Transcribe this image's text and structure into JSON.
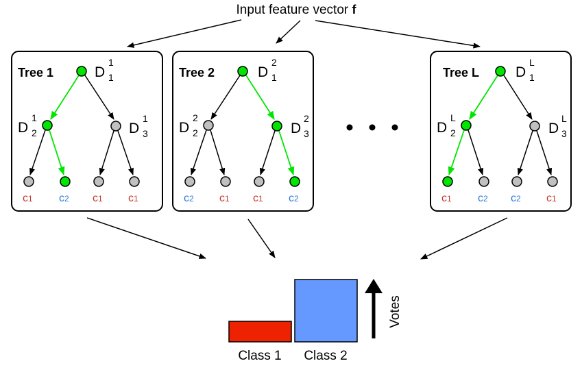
{
  "input": {
    "label": "Input feature vector ",
    "symbol": "f"
  },
  "colors": {
    "active": "#00e600",
    "inactive": "#c0c0c0",
    "c1": "#c0392b",
    "c2": "#2e7bd6",
    "class1_bar": "#ee2200",
    "class2_bar": "#6699ff"
  },
  "trees": [
    {
      "title": "Tree 1",
      "nodes": [
        {
          "letter": "D",
          "sub": "1",
          "sup": "1"
        },
        {
          "letter": "D",
          "sub": "2",
          "sup": "1"
        },
        {
          "letter": "D",
          "sub": "3",
          "sup": "1"
        }
      ],
      "leaves": [
        {
          "c": "c",
          "sub": "1"
        },
        {
          "c": "c",
          "sub": "2"
        },
        {
          "c": "c",
          "sub": "1"
        },
        {
          "c": "c",
          "sub": "1"
        }
      ]
    },
    {
      "title": "Tree 2",
      "nodes": [
        {
          "letter": "D",
          "sub": "1",
          "sup": "2"
        },
        {
          "letter": "D",
          "sub": "2",
          "sup": "2"
        },
        {
          "letter": "D",
          "sub": "3",
          "sup": "2"
        }
      ],
      "leaves": [
        {
          "c": "c",
          "sub": "2"
        },
        {
          "c": "c",
          "sub": "1"
        },
        {
          "c": "c",
          "sub": "1"
        },
        {
          "c": "c",
          "sub": "2"
        }
      ]
    },
    {
      "title": "Tree L",
      "nodes": [
        {
          "letter": "D",
          "sub": "1",
          "sup": "L"
        },
        {
          "letter": "D",
          "sub": "2",
          "sup": "L"
        },
        {
          "letter": "D",
          "sub": "3",
          "sup": "L"
        }
      ],
      "leaves": [
        {
          "c": "c",
          "sub": "1"
        },
        {
          "c": "c",
          "sub": "2"
        },
        {
          "c": "c",
          "sub": "2"
        },
        {
          "c": "c",
          "sub": "1"
        }
      ]
    }
  ],
  "votes": {
    "label": "Votes",
    "classes": [
      {
        "label": "Class 1",
        "votes": 1
      },
      {
        "label": "Class 2",
        "votes": 3
      }
    ]
  }
}
